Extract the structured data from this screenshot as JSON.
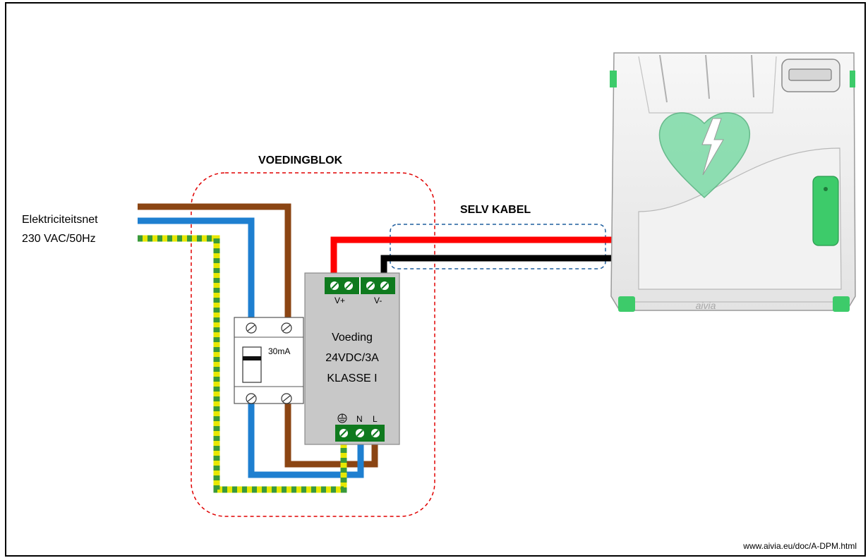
{
  "source": {
    "line1": "Elektriciteitsnet",
    "line2": "230 VAC/50Hz"
  },
  "block_title": "VOEDINGBLOK",
  "cable_title": "SELV KABEL",
  "rcd": {
    "rating": "30mA"
  },
  "psu": {
    "line1": "Voeding",
    "line2": "24VDC/3A",
    "line3": "KLASSE I",
    "out_plus": "V+",
    "out_minus": "V-",
    "in_n": "N",
    "in_l": "L",
    "ground_symbol": "ground-symbol"
  },
  "cabinet": {
    "brand": "aivia"
  },
  "footer_url": "www.aivia.eu/doc/A-DPM.html",
  "colors": {
    "brown": "#8B4513",
    "blue": "#1E7FD0",
    "yellow": "#E8E800",
    "green_earth": "#3A9A3A",
    "red": "#FF0000",
    "black": "#000000",
    "terminal": "#0F7A1E",
    "dash_red": "#E00000",
    "dash_blue": "#1F5E9E",
    "psu_body": "#C8C8C8",
    "cabinet_green": "#3DCB6A"
  }
}
